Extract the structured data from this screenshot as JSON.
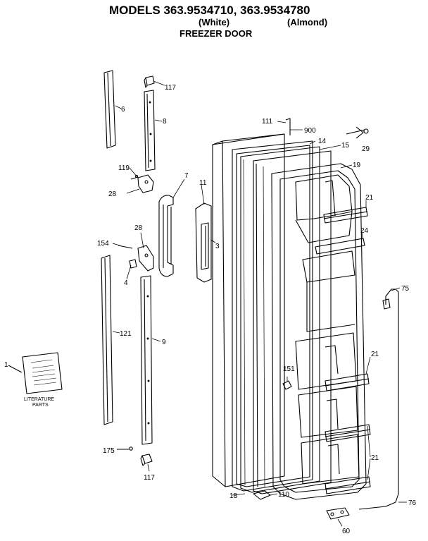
{
  "header": {
    "title": "MODELS 363.9534710, 363.9534780",
    "variant_white": "(White)",
    "variant_almond": "(Almond)",
    "subtitle": "FREEZER DOOR"
  },
  "booklet": {
    "caption_line1": "LITERATURE",
    "caption_line2": "PARTS"
  },
  "parts": [
    {
      "id": "p1",
      "label": "1"
    },
    {
      "id": "p3",
      "label": "3"
    },
    {
      "id": "p4",
      "label": "4"
    },
    {
      "id": "p6",
      "label": "6"
    },
    {
      "id": "p7",
      "label": "7"
    },
    {
      "id": "p8",
      "label": "8"
    },
    {
      "id": "p9",
      "label": "9"
    },
    {
      "id": "p11",
      "label": "11"
    },
    {
      "id": "p14",
      "label": "14"
    },
    {
      "id": "p15",
      "label": "15"
    },
    {
      "id": "p18",
      "label": "18"
    },
    {
      "id": "p19",
      "label": "19"
    },
    {
      "id": "p21a",
      "label": "21"
    },
    {
      "id": "p21b",
      "label": "21"
    },
    {
      "id": "p21c",
      "label": "21"
    },
    {
      "id": "p24",
      "label": "24"
    },
    {
      "id": "p28a",
      "label": "28"
    },
    {
      "id": "p28b",
      "label": "28"
    },
    {
      "id": "p29",
      "label": "29"
    },
    {
      "id": "p60",
      "label": "60"
    },
    {
      "id": "p75",
      "label": "75"
    },
    {
      "id": "p76",
      "label": "76"
    },
    {
      "id": "p110",
      "label": "110"
    },
    {
      "id": "p111",
      "label": "111"
    },
    {
      "id": "p117a",
      "label": "117"
    },
    {
      "id": "p117b",
      "label": "117"
    },
    {
      "id": "p119",
      "label": "119"
    },
    {
      "id": "p121",
      "label": "121"
    },
    {
      "id": "p151",
      "label": "151"
    },
    {
      "id": "p154",
      "label": "154"
    },
    {
      "id": "p175",
      "label": "175"
    },
    {
      "id": "p900",
      "label": "900"
    }
  ]
}
